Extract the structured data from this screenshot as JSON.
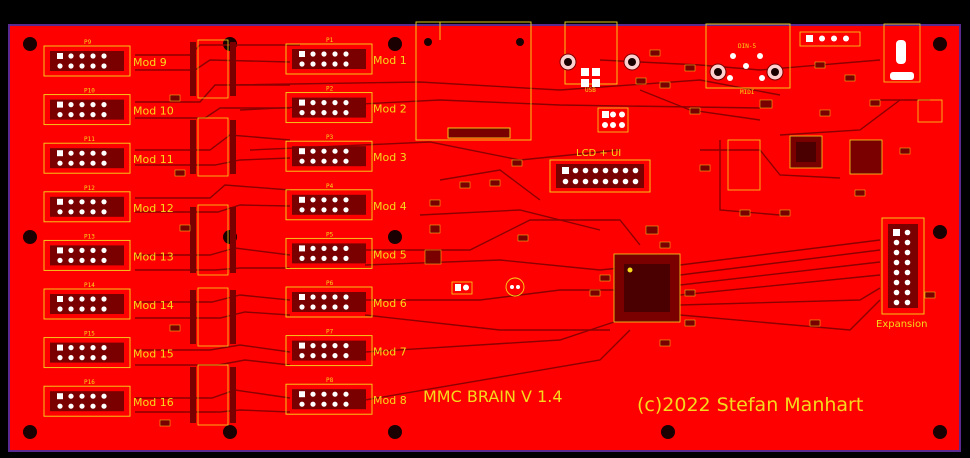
{
  "board": {
    "title": "MMC BRAIN V 1.4",
    "copyright": "(c)2022 Stefan Manhart",
    "lcd_label": "LCD + UI",
    "expansion_label": "Expansion"
  },
  "left_connectors": [
    {
      "ref": "P9",
      "label": "Mod 9"
    },
    {
      "ref": "P10",
      "label": "Mod 10"
    },
    {
      "ref": "P11",
      "label": "Mod 11"
    },
    {
      "ref": "P12",
      "label": "Mod 12"
    },
    {
      "ref": "P13",
      "label": "Mod 13"
    },
    {
      "ref": "P14",
      "label": "Mod 14"
    },
    {
      "ref": "P15",
      "label": "Mod 15"
    },
    {
      "ref": "P16",
      "label": "Mod 16"
    }
  ],
  "mid_connectors": [
    {
      "ref": "P1",
      "label": "Mod 1"
    },
    {
      "ref": "P2",
      "label": "Mod 2"
    },
    {
      "ref": "P3",
      "label": "Mod 3"
    },
    {
      "ref": "P4",
      "label": "Mod 4"
    },
    {
      "ref": "P5",
      "label": "Mod 5"
    },
    {
      "ref": "P6",
      "label": "Mod 6"
    },
    {
      "ref": "P7",
      "label": "Mod 7"
    },
    {
      "ref": "P8",
      "label": "Mod 8"
    }
  ],
  "small_labels": {
    "din5": "DIN-5",
    "usb": "USB",
    "midi": "MIDI"
  },
  "colors": {
    "copper": "#ff0000",
    "trace": "#8b0000",
    "silk": "#f5d91c",
    "background": "#000000",
    "outline": "#5a2a90"
  }
}
